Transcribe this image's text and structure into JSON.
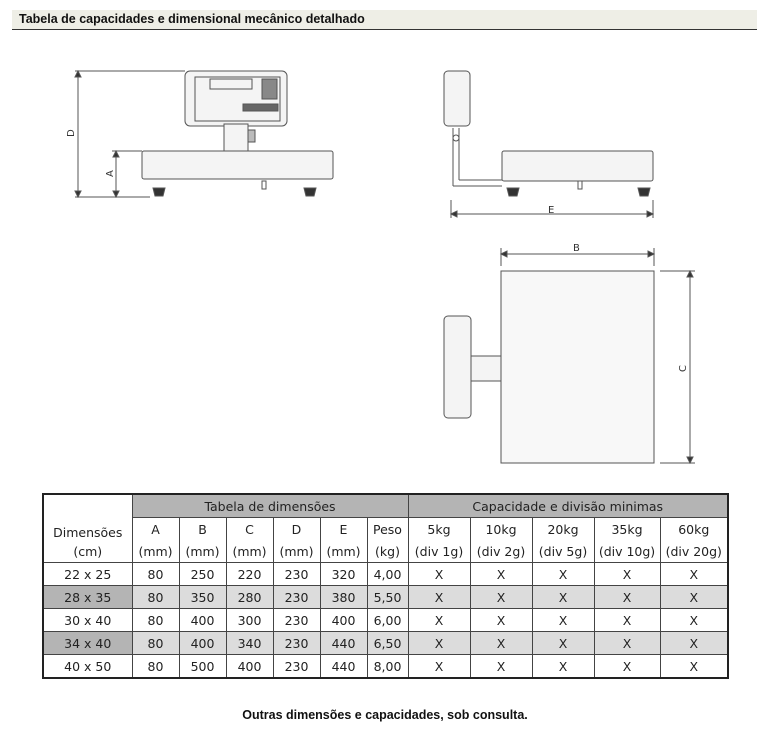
{
  "header": {
    "title": "Tabela de capacidades e dimensional mecânico detalhado"
  },
  "drawing": {
    "labels": {
      "A": "A",
      "B": "B",
      "C": "C",
      "D": "D",
      "E": "E"
    }
  },
  "table": {
    "dim_header": "Dimensões",
    "dim_unit": "(cm)",
    "group1": "Tabela de dimensões",
    "group2": "Capacidade e divisão minimas",
    "cols": [
      {
        "l": "A",
        "u": "(mm)"
      },
      {
        "l": "B",
        "u": "(mm)"
      },
      {
        "l": "C",
        "u": "(mm)"
      },
      {
        "l": "D",
        "u": "(mm)"
      },
      {
        "l": "E",
        "u": "(mm)"
      },
      {
        "l": "Peso",
        "u": "(kg)"
      }
    ],
    "caps": [
      {
        "l": "5kg",
        "u": "(div 1g)"
      },
      {
        "l": "10kg",
        "u": "(div 2g)"
      },
      {
        "l": "20kg",
        "u": "(div 5g)"
      },
      {
        "l": "35kg",
        "u": "(div 10g)"
      },
      {
        "l": "60kg",
        "u": "(div 20g)"
      }
    ],
    "rows": [
      [
        "22 x 25",
        "80",
        "250",
        "220",
        "230",
        "320",
        "4,00",
        "X",
        "X",
        "X",
        "X",
        "X"
      ],
      [
        "28 x 35",
        "80",
        "350",
        "280",
        "230",
        "380",
        "5,50",
        "X",
        "X",
        "X",
        "X",
        "X"
      ],
      [
        "30 x 40",
        "80",
        "400",
        "300",
        "230",
        "400",
        "6,00",
        "X",
        "X",
        "X",
        "X",
        "X"
      ],
      [
        "34 x 40",
        "80",
        "400",
        "340",
        "230",
        "440",
        "6,50",
        "X",
        "X",
        "X",
        "X",
        "X"
      ],
      [
        "40 x 50",
        "80",
        "500",
        "400",
        "230",
        "440",
        "8,00",
        "X",
        "X",
        "X",
        "X",
        "X"
      ]
    ]
  },
  "footer": "Outras dimensões e capacidades, sob consulta."
}
